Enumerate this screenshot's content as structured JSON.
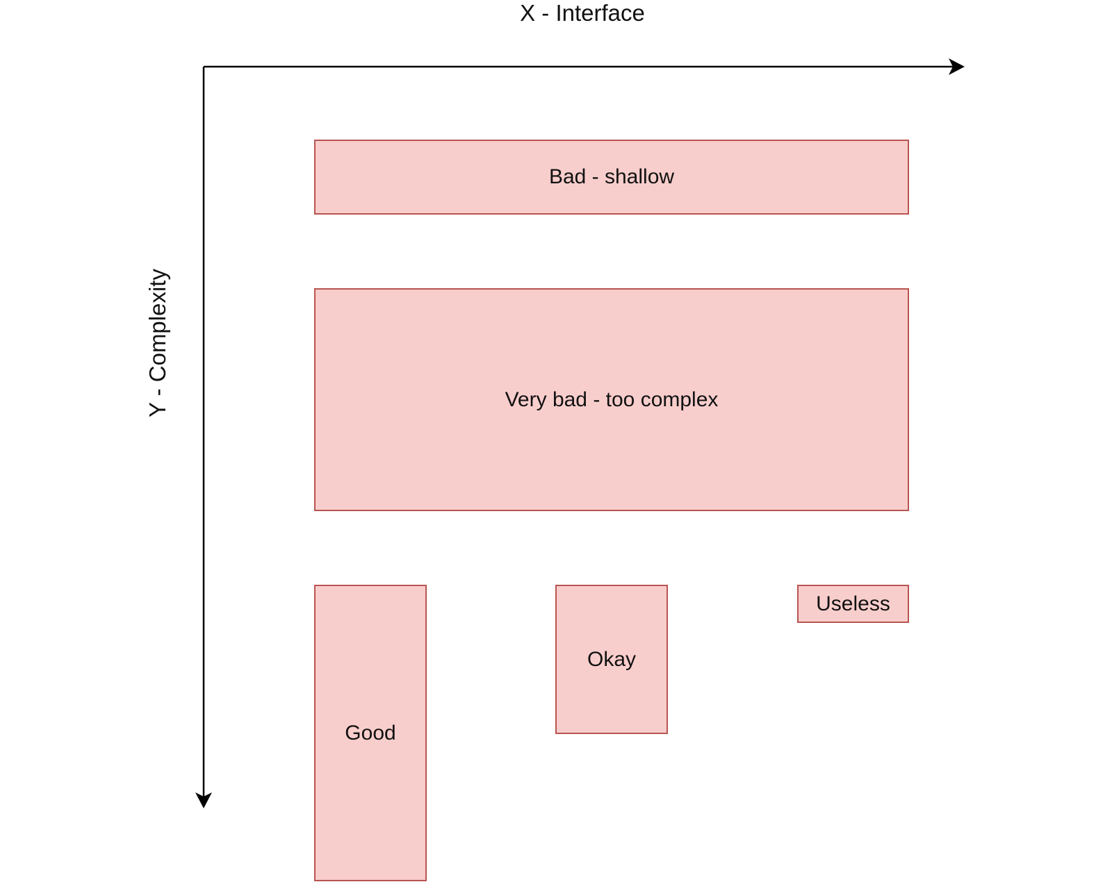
{
  "axes": {
    "x_title": "X - Interface",
    "y_title": "Y - Complexity"
  },
  "boxes": {
    "bad_shallow": "Bad - shallow",
    "very_bad": "Very bad - too complex",
    "good": "Good",
    "okay": "Okay",
    "useless": "Useless"
  },
  "colors": {
    "box_fill": "#f8cecc",
    "box_stroke": "#b85450",
    "axis": "#000000",
    "text": "#111111"
  }
}
